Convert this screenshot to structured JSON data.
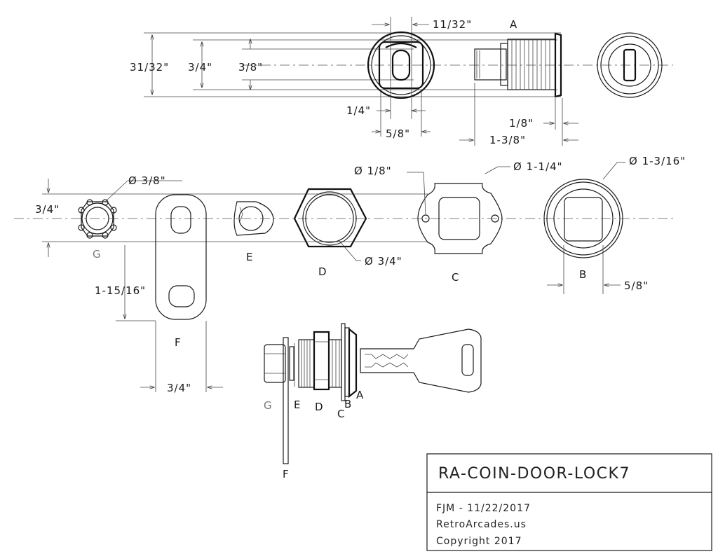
{
  "dimensions": {
    "d_11_32": "11/32\"",
    "d_31_32": "31/32\"",
    "d_3_4_a": "3/4\"",
    "d_3_8_a": "3/8\"",
    "d_1_4": "1/4\"",
    "d_5_8_a": "5/8\"",
    "d_1_8": "1/8\"",
    "d_1_3_8": "1-3/8\"",
    "d_dia_1_8": "Ø 1/8\"",
    "d_dia_1_1_4": "Ø 1-1/4\"",
    "d_dia_1_3_16": "Ø 1-3/16\"",
    "d_dia_3_8": "Ø 3/8\"",
    "d_3_4_g": "3/4\"",
    "d_dia_3_4": "Ø 3/4\"",
    "d_1_15_16": "1-15/16\"",
    "d_5_8_b": "5/8\"",
    "d_3_4_f": "3/4\""
  },
  "parts": {
    "a_top": "A",
    "g": "G",
    "e": "E",
    "d": "D",
    "c": "C",
    "b": "B",
    "f": "F",
    "assembly_g": "G",
    "assembly_e": "E",
    "assembly_d": "D",
    "assembly_c": "C",
    "assembly_b": "B",
    "assembly_a": "A",
    "assembly_f": "F"
  },
  "title_block": {
    "title": "RA-COIN-DOOR-LOCK7",
    "author_date": "FJM - 11/22/2017",
    "website": "RetroArcades.us",
    "copyright": "Copyright 2017"
  }
}
